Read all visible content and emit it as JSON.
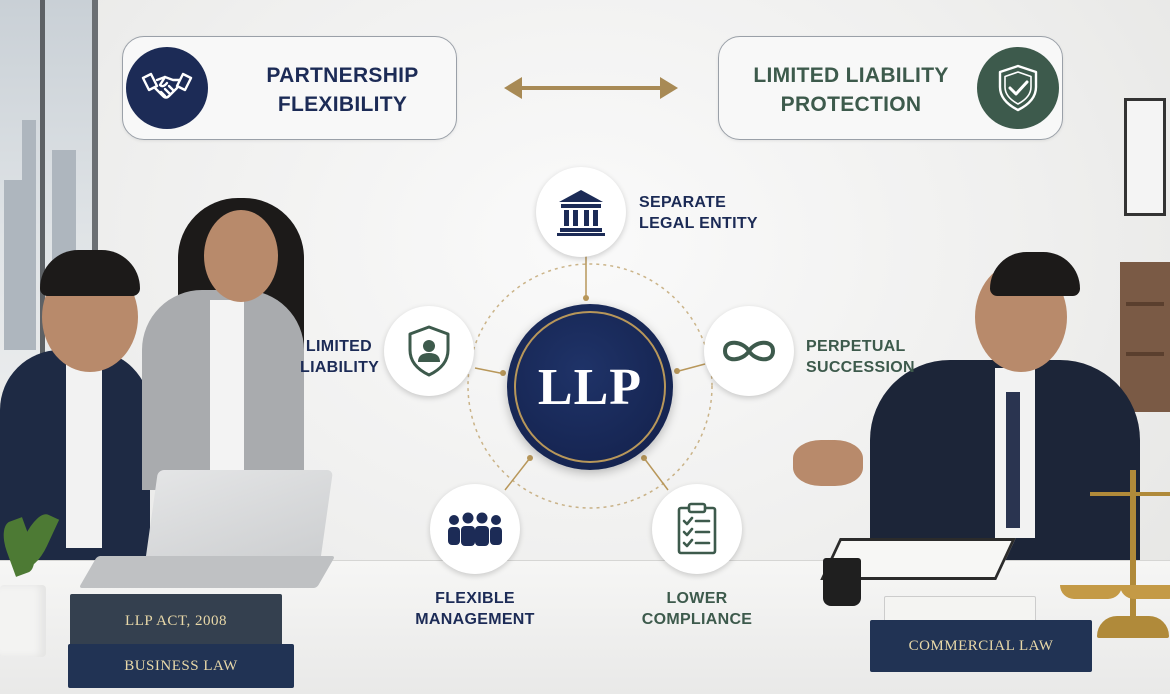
{
  "header": {
    "left_pill": {
      "line1": "PARTNERSHIP",
      "line2": "FLEXIBILITY",
      "icon": "handshake-icon"
    },
    "right_pill": {
      "line1": "LIMITED LIABILITY",
      "line2": "PROTECTION",
      "icon": "shield-check-icon"
    },
    "connector_icon": "double-arrow-icon"
  },
  "hub": {
    "label": "LLP"
  },
  "features": [
    {
      "line1": "SEPARATE",
      "line2": "LEGAL ENTITY",
      "icon": "courthouse-icon"
    },
    {
      "line1": "LIMITED",
      "line2": "LIABILITY",
      "icon": "shield-person-icon"
    },
    {
      "line1": "PERPETUAL",
      "line2": "SUCCESSION",
      "icon": "infinity-icon"
    },
    {
      "line1": "FLEXIBLE",
      "line2": "MANAGEMENT",
      "icon": "team-icon"
    },
    {
      "line1": "LOWER",
      "line2": "COMPLIANCE",
      "icon": "checklist-icon"
    }
  ],
  "props": {
    "book_top": "LLP ACT, 2008",
    "book_bottom": "BUSINESS LAW",
    "book_right": "COMMERCIAL LAW"
  },
  "colors": {
    "navy": "#1c2b56",
    "green": "#3d5a4c",
    "gold": "#b8975a"
  }
}
